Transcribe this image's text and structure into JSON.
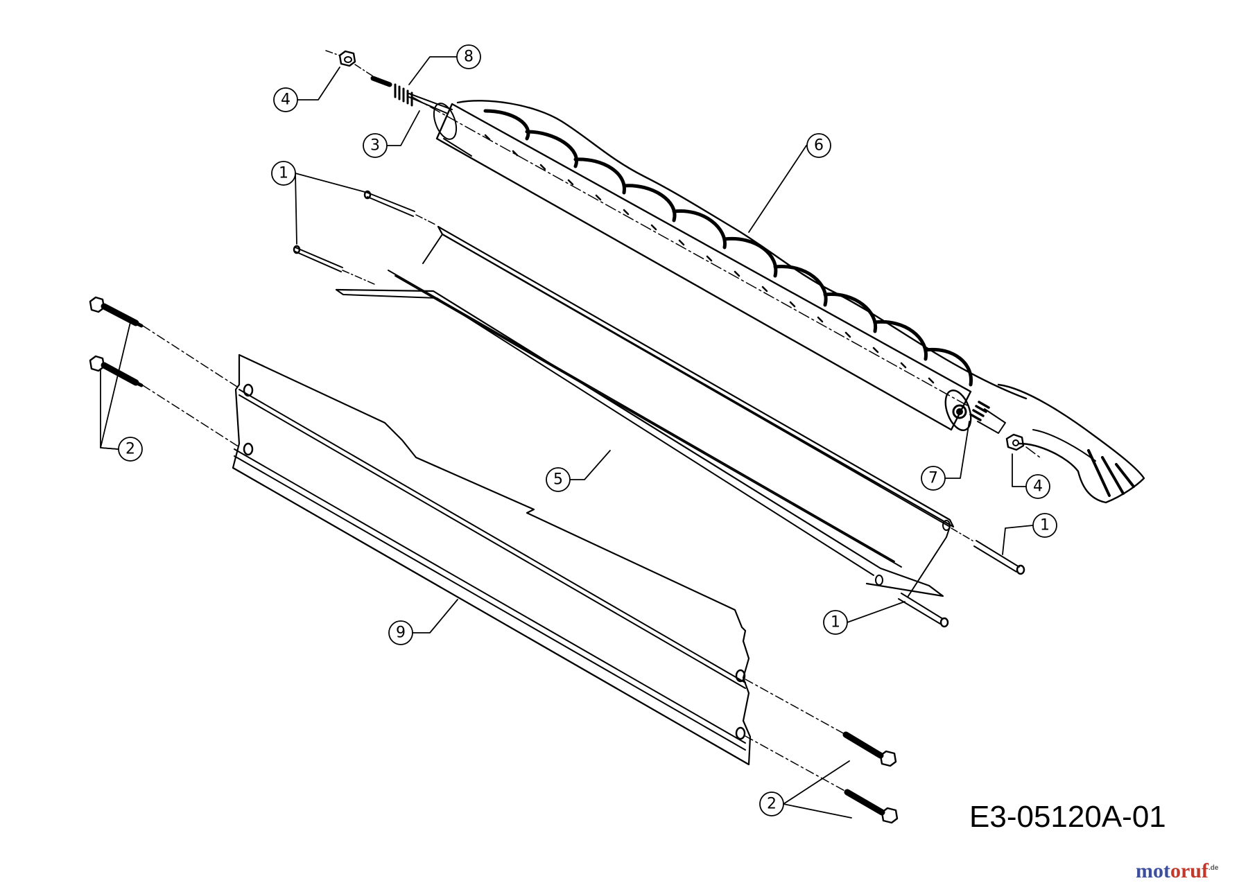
{
  "drawing_code": "E3-05120A-01",
  "watermark": {
    "part1": "mot",
    "part2": "oruf",
    "suffix": ".de"
  },
  "callouts": [
    {
      "id": "c1",
      "label": "8"
    },
    {
      "id": "c2",
      "label": "4"
    },
    {
      "id": "c3",
      "label": "3"
    },
    {
      "id": "c4",
      "label": "6"
    },
    {
      "id": "c5",
      "label": "1"
    },
    {
      "id": "c6",
      "label": "2"
    },
    {
      "id": "c7",
      "label": "5"
    },
    {
      "id": "c8",
      "label": "7"
    },
    {
      "id": "c9",
      "label": "4"
    },
    {
      "id": "c10",
      "label": "1"
    },
    {
      "id": "c11",
      "label": "1"
    },
    {
      "id": "c12",
      "label": "9"
    },
    {
      "id": "c13",
      "label": "2"
    }
  ],
  "colors": {
    "ink": "#000000",
    "background": "#ffffff"
  }
}
